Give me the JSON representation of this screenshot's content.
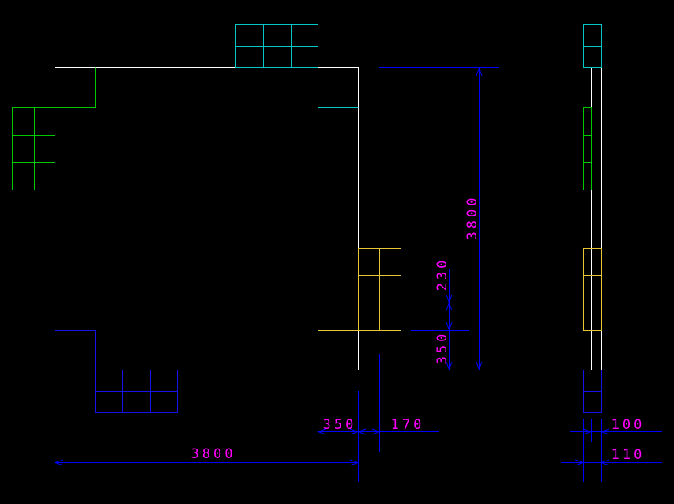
{
  "colors": {
    "background": "#000000",
    "outline": "#ffffff",
    "green": "#00c800",
    "cyan": "#00c8c8",
    "yellow": "#e6c832",
    "blue": "#1414e6",
    "dimension_line": "#0000ff",
    "dimension_text": "#ff00ff"
  },
  "dimensions": {
    "plan_width": "3800",
    "plan_height": "3800",
    "offset_350_horizontal": "350",
    "offset_170_horizontal": "170",
    "offset_230_vertical": "230",
    "offset_350_vertical": "350",
    "side_100": "100",
    "side_110": "110"
  }
}
